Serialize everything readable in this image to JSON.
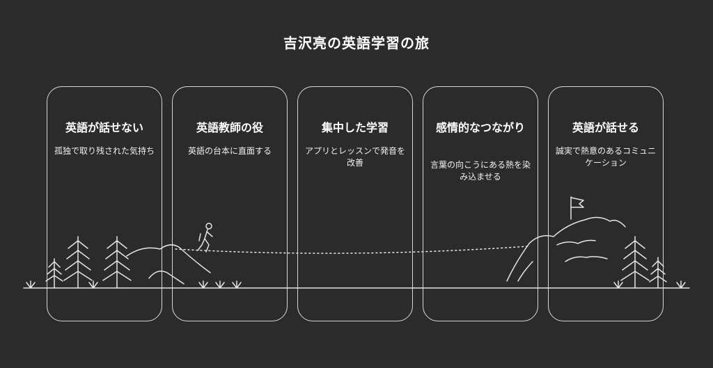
{
  "title": "吉沢亮の英語学習の旅",
  "stages": [
    {
      "title": "英語が話せない",
      "description": "孤独で取り残された気持ち"
    },
    {
      "title": "英語教師の役",
      "description": "英語の台本に直面する"
    },
    {
      "title": "集中した学習",
      "description": "アプリとレッスンで発音を改善"
    },
    {
      "title": "感情的なつながり",
      "description": "言葉の向こうにある熱を染み込ませる"
    },
    {
      "title": "英語が話せる",
      "description": "誠実で熱意のあるコミュニケーション"
    }
  ],
  "colors": {
    "background": "#2b2b2b",
    "line": "#d8d8d8",
    "text": "#ffffff"
  },
  "icons": [
    "pine-tree-icon",
    "hiker-icon",
    "mountain-icon",
    "flag-icon",
    "grass-tuft-icon"
  ]
}
